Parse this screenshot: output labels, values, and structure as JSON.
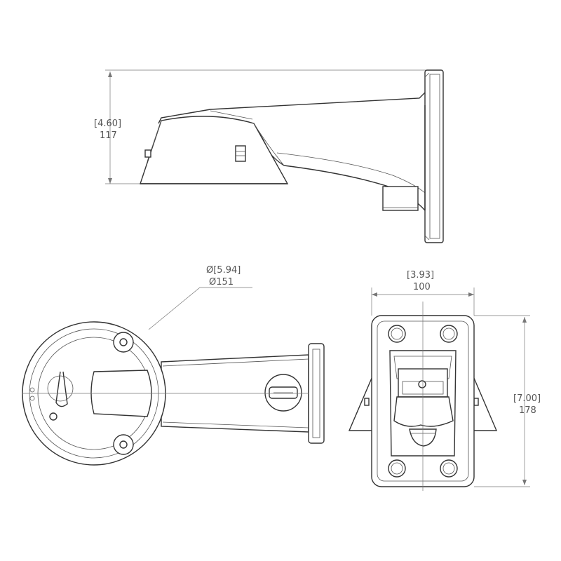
{
  "dimensions": {
    "height_side": {
      "imperial": "[4.60]",
      "metric": "117"
    },
    "diameter": {
      "imperial": "Ø[5.94]",
      "metric": "Ø151"
    },
    "width_front": {
      "imperial": "[3.93]",
      "metric": "100"
    },
    "height_front": {
      "imperial": "[7.00]",
      "metric": "178"
    }
  },
  "colors": {
    "line": "#333333",
    "dimension": "#777777",
    "background": "#ffffff"
  }
}
